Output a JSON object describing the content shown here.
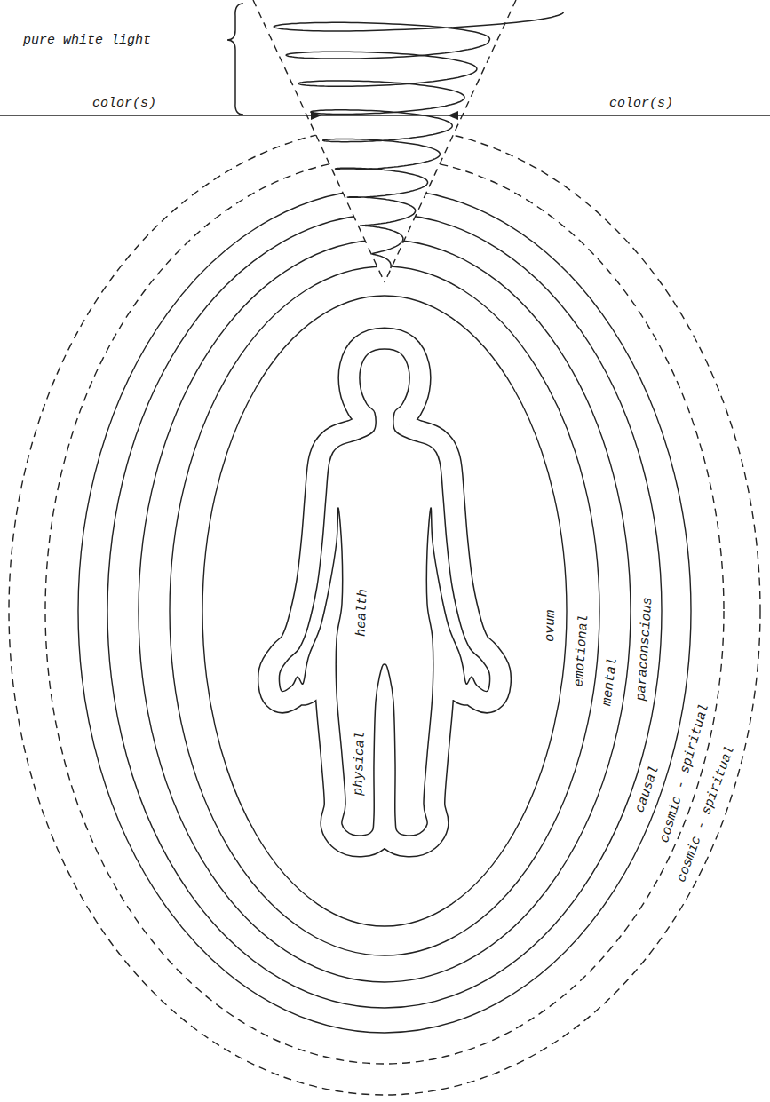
{
  "diagram": {
    "labels": [
      "pure white light",
      "color(s)",
      "color(s)",
      "health",
      "physical",
      "ovum",
      "emotional",
      "mental",
      "paraconscious",
      "causal",
      "cosmic - spiritual",
      "cosmic - spiritual"
    ]
  }
}
